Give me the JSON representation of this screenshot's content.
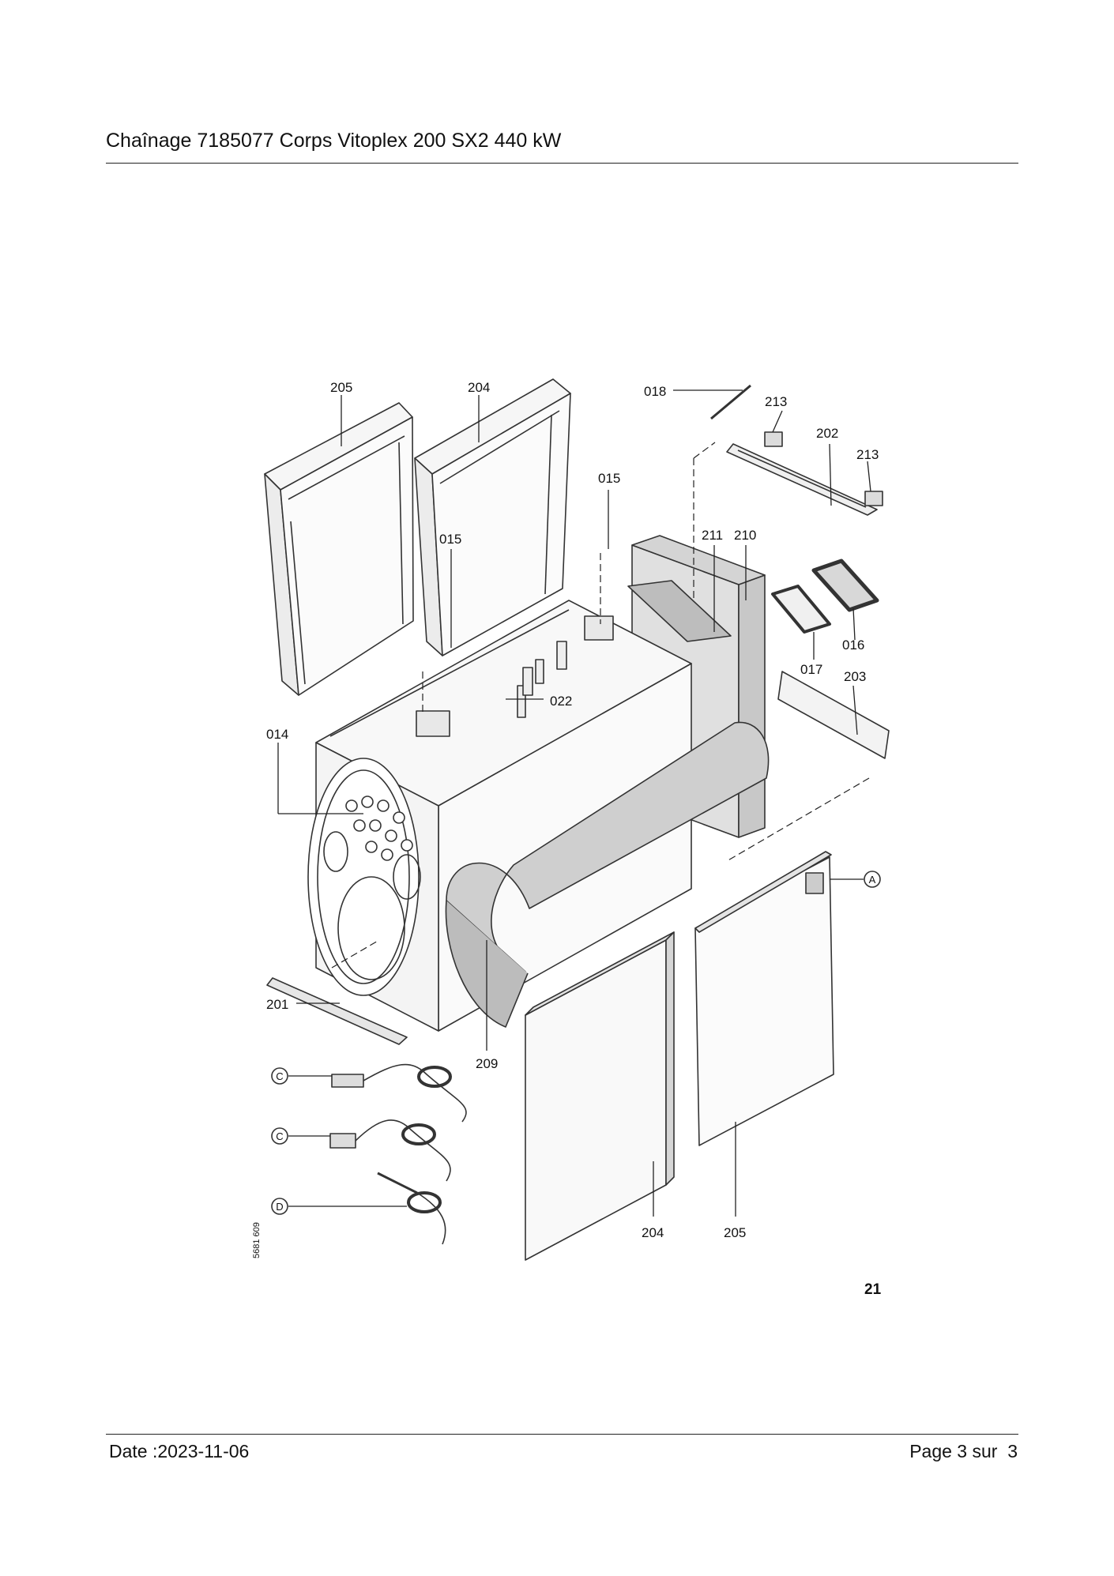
{
  "header": {
    "title": "Chaînage 7185077 Corps Vitoplex 200 SX2 440 kW"
  },
  "footer": {
    "date": "Date :2023-11-06",
    "page": "Page 3 sur  3"
  },
  "diagram": {
    "labels": {
      "l205a": "205",
      "l204a": "204",
      "l018": "018",
      "l213a": "213",
      "l202": "202",
      "l213b": "213",
      "l015a": "015",
      "l015b": "015",
      "l211": "211",
      "l210": "210",
      "l016": "016",
      "l017": "017",
      "l203": "203",
      "l022": "022",
      "l014": "014",
      "l201": "201",
      "l209": "209",
      "l204b": "204",
      "l205b": "205"
    },
    "callouts": {
      "a": "A",
      "c1": "C",
      "c2": "C",
      "d": "D"
    },
    "figure_number": "21",
    "drawing_code": "5681 609"
  }
}
